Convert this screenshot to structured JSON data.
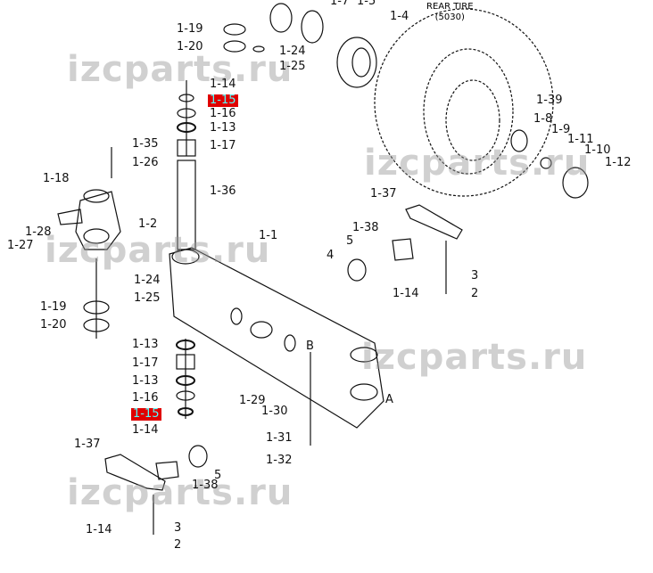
{
  "title": "Rear axle parts diagram",
  "tire": {
    "line1": "REAR TIRE",
    "line2": "(5030)"
  },
  "watermark": "izcparts.ru",
  "highlight_colors": {
    "background": "#e00000",
    "text": "#55ffff"
  },
  "labels": [
    "1-7",
    "1-5",
    "1-4",
    "1-19",
    "1-20",
    "1-24",
    "1-25",
    "1-14",
    "1-15",
    "1-16",
    "1-13",
    "1-17",
    "1-35",
    "1-26",
    "1-36",
    "1-18",
    "1-2",
    "1-28",
    "1-27",
    "1-24",
    "1-25",
    "1-19",
    "1-20",
    "1-13",
    "1-17",
    "1-13",
    "1-16",
    "1-15",
    "1-14",
    "1-37",
    "1-38",
    "5",
    "1-14",
    "3",
    "2",
    "1-39",
    "1-8",
    "1-9",
    "1-11",
    "1-10",
    "1-12",
    "1-37",
    "1-38",
    "5",
    "4",
    "1-1",
    "3",
    "2",
    "1-14",
    "B",
    "A",
    "1-29",
    "1-30",
    "1-31",
    "1-32"
  ]
}
